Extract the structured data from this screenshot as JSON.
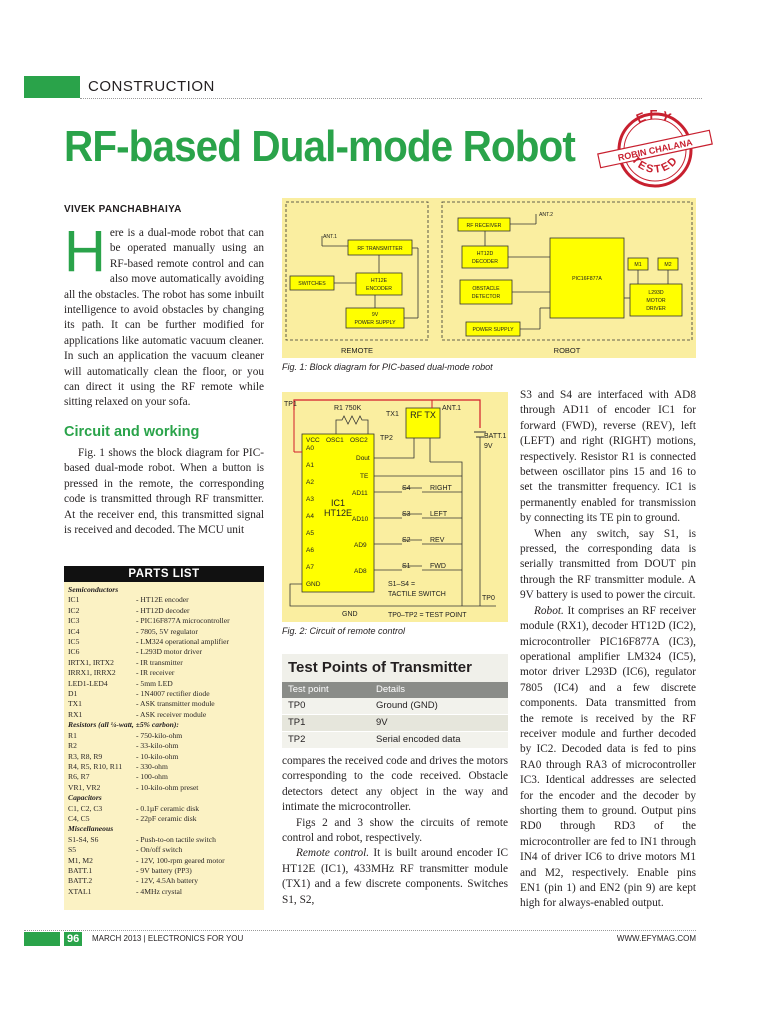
{
  "header": {
    "section": "CONSTRUCTION",
    "title": "RF-based Dual-mode Robot",
    "author": "VIVEK PANCHABHAIYA",
    "badge_top": "EFY",
    "badge_name": "ROBIN CHALANA",
    "badge_bottom": "TESTED"
  },
  "intro": {
    "dropcap": "H",
    "text": "ere is a dual-mode robot that can be operated manually using an RF-based remote control and can also move automatically avoiding all the obstacles. The robot has some inbuilt intelligence to avoid obstacles by changing its path. It can be further modified for applications like automatic vacuum cleaner. In such an application the vacuum cleaner will automatically clean the floor, or you can direct it using the RF remote while sitting relaxed on your sofa."
  },
  "circuit": {
    "heading": "Circuit and working",
    "p1": "Fig. 1 shows the block diagram for PIC-based dual-mode robot. When a button is pressed in the remote, the corresponding code is transmitted through RF transmitter. At the receiver end, this transmitted signal is received and decoded. The MCU unit"
  },
  "parts": {
    "heading": "PARTS LIST",
    "rows": [
      {
        "k": "Semiconductors",
        "v": "",
        "cat": true
      },
      {
        "k": "IC1",
        "v": "- HT12E encoder"
      },
      {
        "k": "IC2",
        "v": "- HT12D decoder"
      },
      {
        "k": "IC3",
        "v": "- PIC16F877A microcontroller"
      },
      {
        "k": "IC4",
        "v": "- 7805, 5V regulator"
      },
      {
        "k": "IC5",
        "v": "- LM324 operational amplifier"
      },
      {
        "k": "IC6",
        "v": "- L293D motor driver"
      },
      {
        "k": "IRTX1, IRTX2",
        "v": "- IR transmitter"
      },
      {
        "k": "IRRX1, IRRX2",
        "v": "- IR receiver"
      },
      {
        "k": "LED1-LED4",
        "v": "- 5mm LED"
      },
      {
        "k": "D1",
        "v": "- 1N4007 rectifier diode"
      },
      {
        "k": "TX1",
        "v": "- ASK transmitter module"
      },
      {
        "k": "RX1",
        "v": "- ASK receiver module"
      },
      {
        "k": "Resistors (all ¼-watt, ±5% carbon):",
        "v": "",
        "cat": true
      },
      {
        "k": "R1",
        "v": "- 750-kilo-ohm"
      },
      {
        "k": "R2",
        "v": "- 33-kilo-ohm"
      },
      {
        "k": "R3, R8, R9",
        "v": "- 10-kilo-ohm"
      },
      {
        "k": "R4, R5, R10, R11",
        "v": "- 330-ohm"
      },
      {
        "k": "R6, R7",
        "v": "- 100-ohm"
      },
      {
        "k": "VR1, VR2",
        "v": "- 10-kilo-ohm preset"
      },
      {
        "k": "Capacitors",
        "v": "",
        "cat": true
      },
      {
        "k": "C1, C2, C3",
        "v": "- 0.1µF ceramic disk"
      },
      {
        "k": "C4, C5",
        "v": "- 22pF ceramic disk"
      },
      {
        "k": "Miscellaneous",
        "v": "",
        "cat": true
      },
      {
        "k": "S1-S4, S6",
        "v": "- Push-to-on tactile switch"
      },
      {
        "k": "S5",
        "v": "- On/off switch"
      },
      {
        "k": "M1, M2",
        "v": "- 12V, 100-rpm geared motor"
      },
      {
        "k": "BATT.1",
        "v": "- 9V battery (PP3)"
      },
      {
        "k": "BATT.2",
        "v": "- 12V, 4.5Ah battery"
      },
      {
        "k": "XTAL1",
        "v": "- 4MHz crystal"
      }
    ]
  },
  "fig1": {
    "caption": "Fig. 1: Block diagram for PIC-based dual-mode robot",
    "remote_label": "REMOTE",
    "robot_label": "ROBOT",
    "ant1": "ANT.1",
    "ant2": "ANT.2",
    "switches": "SWITCHES",
    "rf_tx": "RF TRANSMITTER",
    "ht12e": "HT12E",
    "encoder": "ENCODER",
    "ps_9v": "9V",
    "ps_label": "POWER SUPPLY",
    "rf_rx": "RF RECEIVER",
    "ht12d": "HT12D",
    "decoder": "DECODER",
    "obstacle": "OBSTACLE",
    "detector": "DETECTOR",
    "pic": "PIC16F877A",
    "m1": "M1",
    "m2": "M2",
    "l293d": "L293D",
    "motor": "MOTOR",
    "driver": "DRIVER",
    "robot_ps": "POWER SUPPLY"
  },
  "fig2": {
    "caption": "Fig. 2: Circuit of remote control",
    "tp1": "TP1",
    "r1": "R1 750K",
    "tx1": "TX1",
    "rftx": "RF TX",
    "ant1": "ANT.1",
    "batt": "BATT.1",
    "batt_v": "9V",
    "tp2": "TP2",
    "ic1": "IC1",
    "ht12e": "HT12E",
    "vcc": "VCC",
    "osc1": "OSC1",
    "osc2": "OSC2",
    "dout": "Dout",
    "te": "TE",
    "ad11": "AD11",
    "ad10": "AD10",
    "ad9": "AD9",
    "ad8": "AD8",
    "gnd": "GND",
    "s4": "S4",
    "right": "RIGHT",
    "s3": "S3",
    "left": "LEFT",
    "s2": "S2",
    "rev": "REV",
    "s1": "S1",
    "fwd": "FWD",
    "s1s4": "S1–S4 =",
    "tactile": "TACTILE SWITCH",
    "tp0": "TP0",
    "tp_note": "TP0–TP2 = TEST POINT",
    "gnd_label": "GND"
  },
  "test_points": {
    "title": "Test Points of Transmitter",
    "col1": "Test point",
    "col2": "Details",
    "rows": [
      {
        "a": "TP0",
        "b": "Ground (GND)"
      },
      {
        "a": "TP1",
        "b": "9V"
      },
      {
        "a": "TP2",
        "b": "Serial encoded data"
      }
    ]
  },
  "col2": {
    "p1": "compares the received code and drives the motors corresponding to the code received. Obstacle detectors detect any object in the way and intimate the microcontroller.",
    "p2": "Figs 2 and 3 show the circuits of remote control and robot, respectively.",
    "p3_em": "Remote control.",
    "p3": " It is built around encoder IC HT12E (IC1), 433MHz RF transmitter module (TX1) and a few discrete components. Switches S1, S2,"
  },
  "col3": {
    "p1": "S3 and S4 are interfaced with AD8 through AD11 of encoder IC1 for forward (FWD), reverse (REV), left (LEFT) and right (RIGHT) motions, respectively. Resistor R1 is connected between oscillator pins 15 and 16 to set the transmitter frequency. IC1 is permanently enabled for transmission by connecting its TE pin to ground.",
    "p2": "When any switch, say S1, is pressed, the corresponding data is serially transmitted from DOUT pin through the RF transmitter module. A 9V battery is used to power the circuit.",
    "p3_em": "Robot.",
    "p3": " It comprises an RF receiver module (RX1), decoder HT12D (IC2), microcontroller PIC16F877A (IC3), operational amplifier LM324 (IC5), motor driver L293D (IC6), regulator 7805 (IC4) and a few discrete components. Data transmitted from the remote is received by the RF receiver module and further decoded by IC2. Decoded data is fed to pins RA0 through RA3 of microcontroller IC3. Identical addresses are selected for the encoder and the decoder by shorting them to ground. Output pins RD0 through RD3 of the microcontroller are fed to IN1 through IN4 of driver IC6 to drive motors M1 and M2, respectively. Enable pins EN1 (pin 1) and EN2 (pin 9) are kept high for always-enabled output."
  },
  "footer": {
    "page": "96",
    "left": "MARCH 2013 | ELECTRONICS FOR YOU",
    "right": "WWW.EFYMAG.COM"
  },
  "colors": {
    "accent": "#2aa34a",
    "figure_bg": "#faeea0",
    "block_yellow": "#ffff00",
    "parts_bg": "#fbf2c4"
  }
}
